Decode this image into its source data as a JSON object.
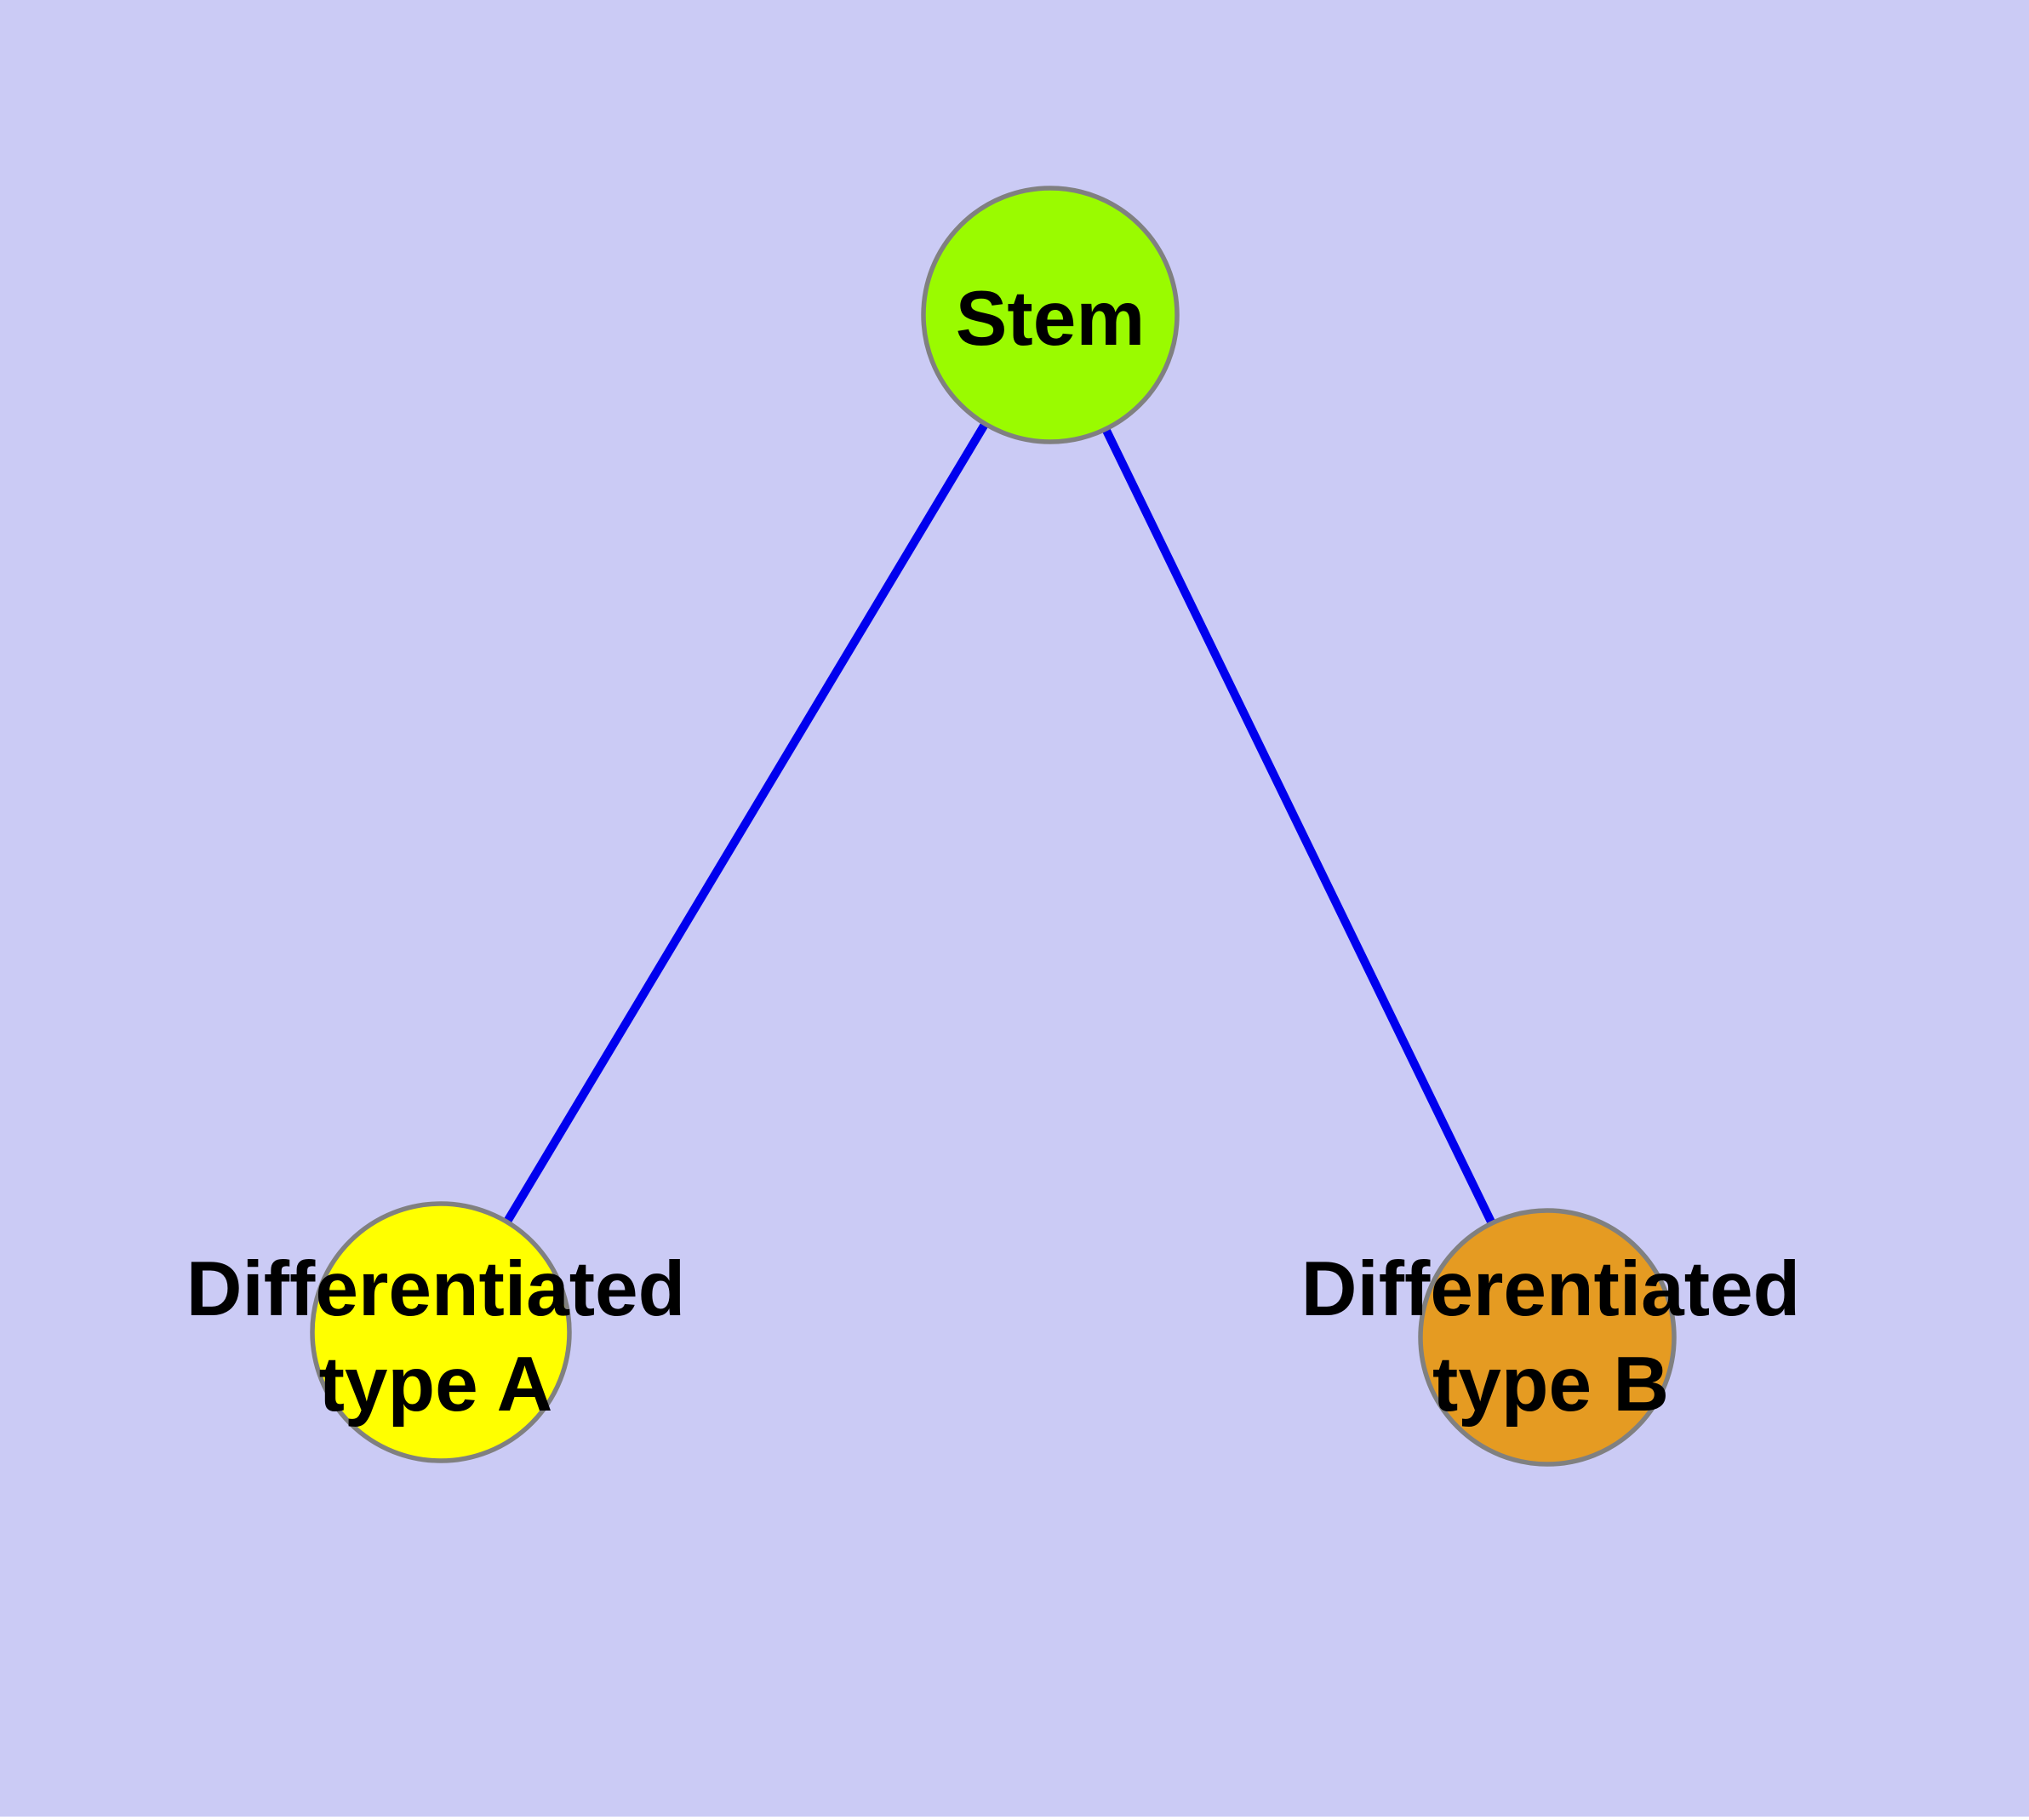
{
  "diagram": {
    "background_color": "#CBCBF5",
    "edge_color": "#0000EE",
    "node_border_color": "#808080",
    "label_color": "#000000",
    "nodes": {
      "stem": {
        "label": "Stem",
        "fill": "#9AFB00"
      },
      "type_a": {
        "label_line1": "Differentiated",
        "label_line2": "type A",
        "fill": "#FFFF00"
      },
      "type_b": {
        "label_line1": "Differentiated",
        "label_line2": "type B",
        "fill": "#E59B22"
      }
    },
    "edges": [
      {
        "from": "Stem",
        "to": "Differentiated type A"
      },
      {
        "from": "Stem",
        "to": "Differentiated type B"
      }
    ]
  }
}
